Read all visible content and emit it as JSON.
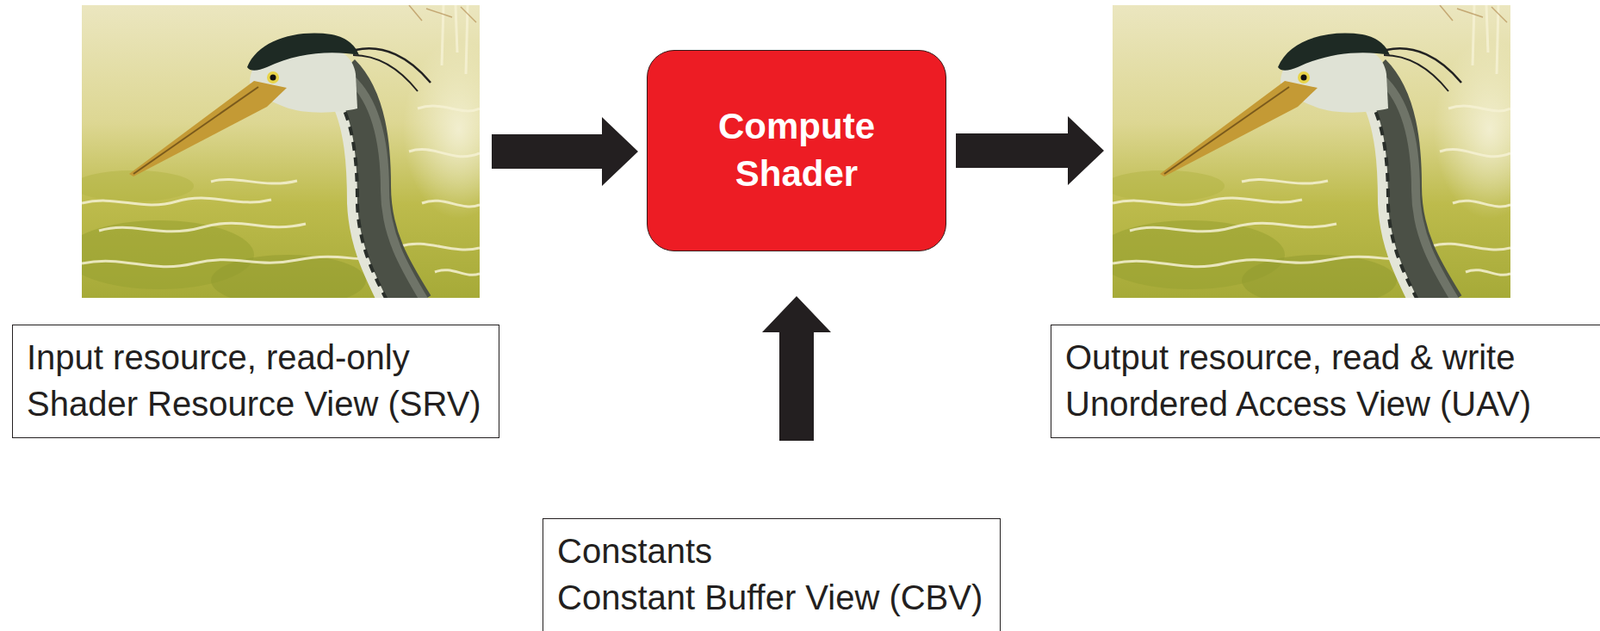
{
  "diagram": {
    "nodes": [
      {
        "text": [
          "Input resource, read-only",
          "Shader Resource View (SRV)"
        ]
      },
      {
        "text": [
          "Compute Shader"
        ]
      },
      {
        "text": [
          "Output resource, read & write",
          "Unordered Access View (UAV)"
        ]
      },
      {
        "text": [
          "Constants",
          "Constant Buffer View (CBV)"
        ]
      }
    ],
    "edges": [
      {
        "from": 0,
        "to": 1,
        "arrow": "to"
      },
      {
        "from": 1,
        "to": 2,
        "arrow": "to"
      },
      {
        "from": 3,
        "to": 1,
        "arrow": "to"
      }
    ]
  }
}
